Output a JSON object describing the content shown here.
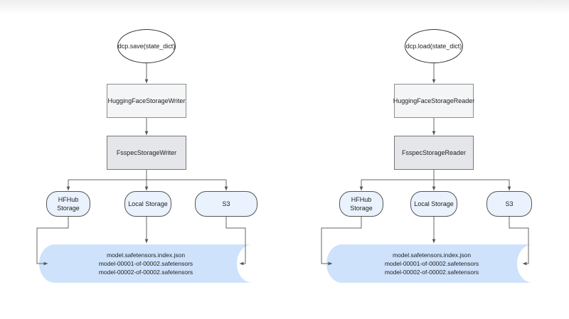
{
  "colors": {
    "storage_fill": "#cfe2fb",
    "pill_fill": "#e9f2fd",
    "line": "#666666"
  },
  "left": {
    "call": "dcp.save(state_dict)",
    "wrapper": "HuggingFaceStorageWriter",
    "base": "FsspecStorageWriter",
    "backends": [
      "HFHub Storage",
      "Local Storage",
      "S3"
    ],
    "files": [
      "model.safetensors.index.json",
      "model-00001-of-00002.safetensors",
      "model-00002-of-00002.safetensors"
    ]
  },
  "right": {
    "call": "dcp.load(state_dict)",
    "wrapper": "HuggingFaceStorageReader",
    "base": "FsspecStorageReader",
    "backends": [
      "HFHub Storage",
      "Local Storage",
      "S3"
    ],
    "files": [
      "model.safetensors.index.json",
      "model-00001-of-00002.safetensors",
      "model-00002-of-00002.safetensors"
    ]
  }
}
